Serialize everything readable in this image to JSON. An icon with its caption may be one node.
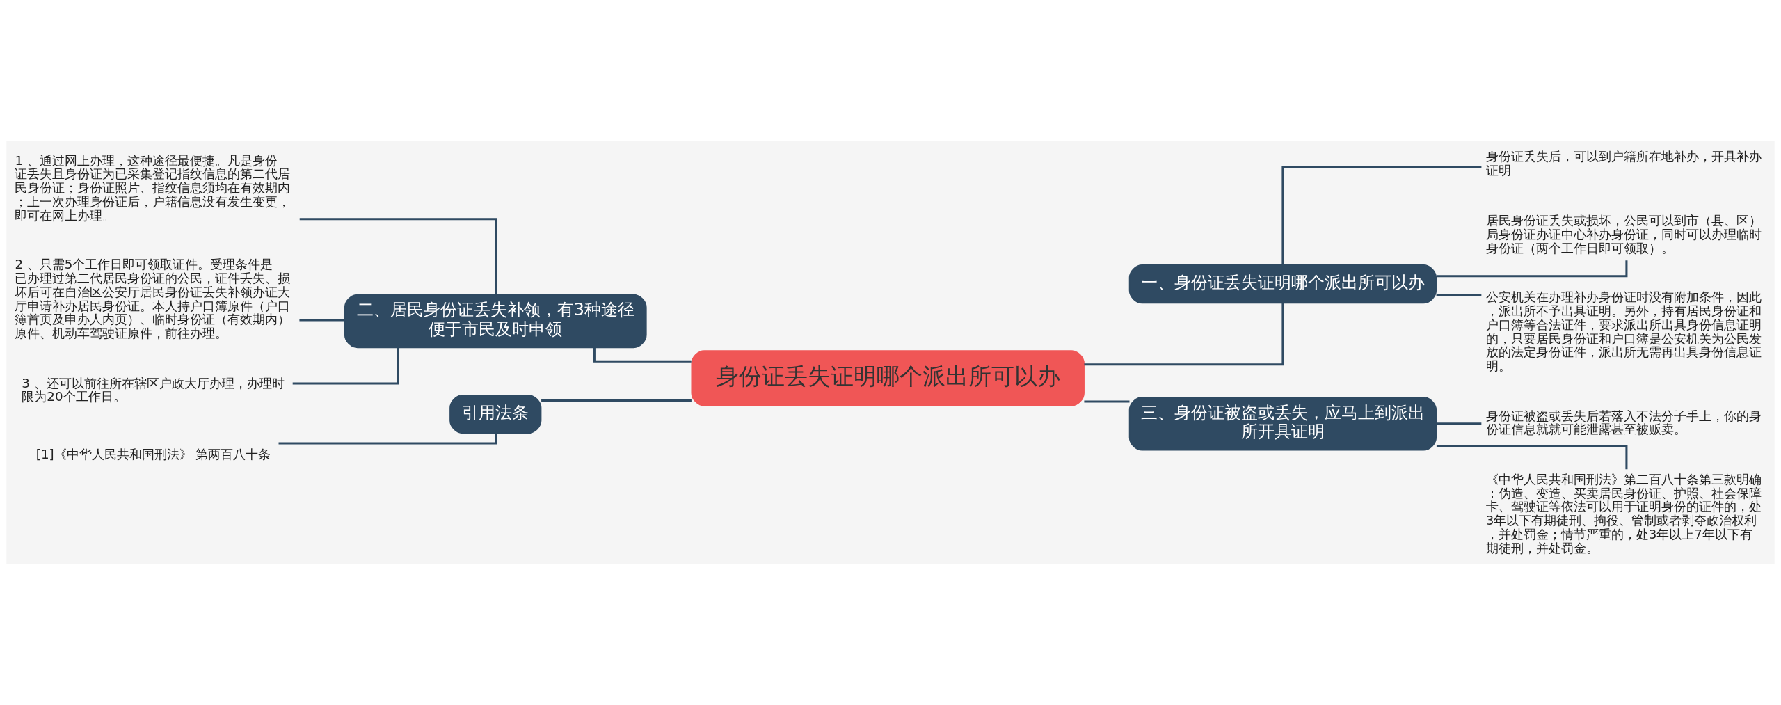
{
  "diagram": {
    "nodes": [
      {
        "text": [
          "身份证丢失证明哪个派出所可以办"
        ]
      },
      {
        "text": [
          "一、身份证丢失证明哪个派出所可以办"
        ]
      },
      {
        "text": [
          "身份证丢失后，可以到户籍所在地补办，开具补办证明"
        ]
      },
      {
        "text": [
          "居民身份证丢失或损坏，公民可以到市（县、区）局身份证办证中心补办身份证，同时可以办理临时身份证（两个工作日即可领取）。"
        ]
      },
      {
        "text": [
          "公安机关在办理补办身份证时没有附加条件，因此，派出所不予出具证明。另外，持有居民身份证和户口簿等合法证件，要求派出所出具身份信息证明的，只要居民身份证和户口簿是公安机关为公民发放的法定身份证件，派出所无需再出具身份信息证明。"
        ]
      },
      {
        "text": [
          "三、身份证被盗或丢失，应马上到派出所开具证明"
        ]
      },
      {
        "text": [
          "身份证被盗或丢失后若落入不法分子手上，你的身份证信息就就可能泄露甚至被贩卖。"
        ]
      },
      {
        "text": [
          "《中华人民共和国刑法》第二百八十条第三款明确：伪造、变造、买卖居民身份证、护照、社会保障卡、驾驶证等依法可以用于证明身份的证件的，处3年以下有期徒刑、拘役、管制或者剥夺政治权利，并处罚金；情节严重的，处3年以上7年以下有期徒刑，并处罚金。"
        ]
      },
      {
        "text": [
          "二、居民身份证丢失补领，有3种途径便于市民及时申领"
        ]
      },
      {
        "text": [
          "1 、通过网上办理，这种途径最便捷。凡是身份证丢失且身份证为已采集登记指纹信息的第二代居民身份证；身份证照片、指纹信息须均在有效期内；上一次办理身份证后，户籍信息没有发生变更，即可在网上办理。"
        ]
      },
      {
        "text": [
          "2 、只需5个工作日即可领取证件。受理条件是已办理过第二代居民身份证的公民，证件丢失、损坏后可在自治区公安厅居民身份证丢失补领办证大厅申请补办居民身份证。本人持户口簿原件（户口簿首页及申办人内页）、临时身份证（有效期内）原件、机动车驾驶证原件，前往办理。"
        ]
      },
      {
        "text": [
          "3 、还可以前往所在辖区户政大厅办理，办理时限为20个工作日。"
        ]
      },
      {
        "text": [
          "引用法条"
        ]
      },
      {
        "text": [
          "[1]《中华人民共和国刑法》 第两百八十条"
        ]
      }
    ],
    "edges": [
      {
        "from": 0,
        "to": 1,
        "arrow": "none"
      },
      {
        "from": 1,
        "to": 2,
        "arrow": "none"
      },
      {
        "from": 1,
        "to": 3,
        "arrow": "none"
      },
      {
        "from": 1,
        "to": 4,
        "arrow": "none"
      },
      {
        "from": 0,
        "to": 5,
        "arrow": "none"
      },
      {
        "from": 5,
        "to": 6,
        "arrow": "none"
      },
      {
        "from": 5,
        "to": 7,
        "arrow": "none"
      },
      {
        "from": 0,
        "to": 8,
        "arrow": "none"
      },
      {
        "from": 8,
        "to": 9,
        "arrow": "none"
      },
      {
        "from": 8,
        "to": 10,
        "arrow": "none"
      },
      {
        "from": 8,
        "to": 11,
        "arrow": "none"
      },
      {
        "from": 0,
        "to": 12,
        "arrow": "none"
      },
      {
        "from": 12,
        "to": 13,
        "arrow": "none"
      }
    ]
  }
}
